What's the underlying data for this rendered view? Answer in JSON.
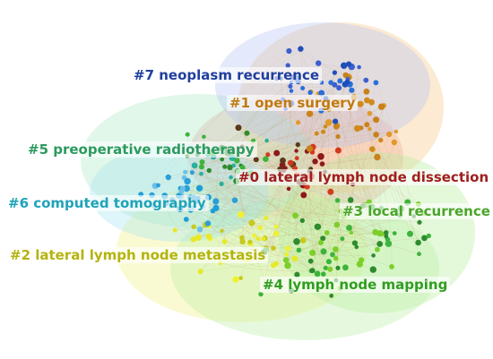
{
  "clusters": [
    {
      "id": "c0",
      "label": "#0 lateral lymph node dissection",
      "color": "#b22222",
      "halo": "#f4a3a3"
    },
    {
      "id": "c1",
      "label": "#1 open surgery",
      "color": "#c07a10",
      "halo": "#f6c98a"
    },
    {
      "id": "c2",
      "label": "#2 lateral lymph node metastasis",
      "color": "#b4b40e",
      "halo": "#f2f28a"
    },
    {
      "id": "c3",
      "label": "#3 local recurrence",
      "color": "#4aa52a",
      "halo": "#b7ec9e"
    },
    {
      "id": "c4",
      "label": "#4 lymph node mapping",
      "color": "#2f9e1f",
      "halo": "#bdf0a8"
    },
    {
      "id": "c5",
      "label": "#5 preoperative radiotherapy",
      "color": "#2b9a5e",
      "halo": "#aee9c8"
    },
    {
      "id": "c6",
      "label": "#6 computed tomography",
      "color": "#1fa3b8",
      "halo": "#a8e6ef"
    },
    {
      "id": "c7",
      "label": "#7 neoplasm recurrence",
      "color": "#1f3f9e",
      "halo": "#b8c6f4"
    }
  ],
  "node_palette": [
    "#2e8b2e",
    "#3cb43c",
    "#7ccf2a",
    "#e8e82a",
    "#c8c81e",
    "#d08a1c",
    "#d23a1e",
    "#8b1a1a",
    "#2a6fd8",
    "#1e9ed8",
    "#28b0a0",
    "#5a3a1a"
  ]
}
